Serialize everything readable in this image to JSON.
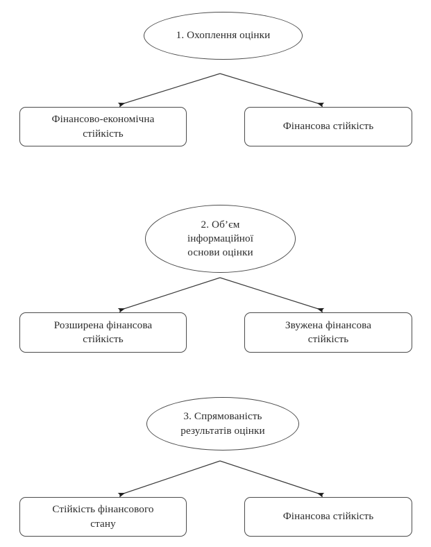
{
  "diagram": {
    "title": "",
    "stroke_color": "#4a4a4a",
    "text_color": "#2b2b2b",
    "background_color": "#ffffff",
    "groups": [
      {
        "id": "group-1",
        "root": {
          "shape": "ellipse",
          "label": "1.    Охоплення оцінки"
        },
        "children": [
          {
            "shape": "rounded-rect",
            "label": "Фінансово-економічна\nстійкість"
          },
          {
            "shape": "rounded-rect",
            "label": "Фінансова стійкість"
          }
        ]
      },
      {
        "id": "group-2",
        "root": {
          "shape": "ellipse",
          "label": "2. Об’єм\nінформаційної\nоснови оцінки"
        },
        "children": [
          {
            "shape": "rounded-rect",
            "label": "Розширена фінансова\nстійкість"
          },
          {
            "shape": "rounded-rect",
            "label": "Звужена фінансова\nстійкість"
          }
        ]
      },
      {
        "id": "group-3",
        "root": {
          "shape": "ellipse",
          "label": "3. Спрямованість\nрезультатів оцінки"
        },
        "children": [
          {
            "shape": "rounded-rect",
            "label": "Стійкість фінансового\nстану"
          },
          {
            "shape": "rounded-rect",
            "label": "Фінансова стійкість"
          }
        ]
      }
    ]
  }
}
